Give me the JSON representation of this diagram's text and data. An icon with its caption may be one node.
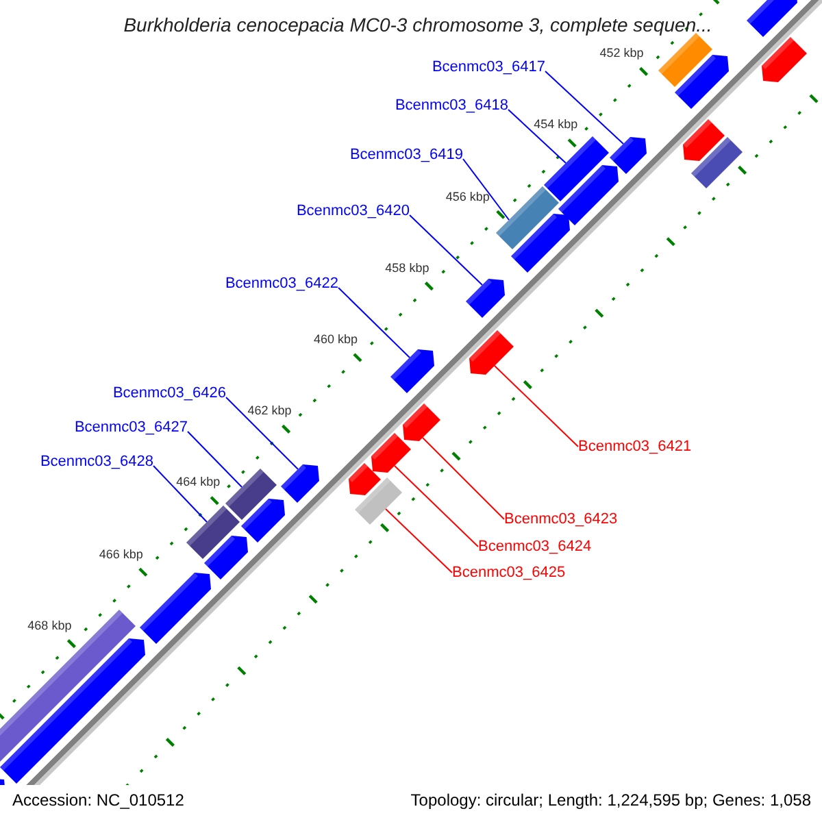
{
  "diagram": {
    "title": "Burkholderia cenocepacia MC0-3 chromosome 3, complete sequen...",
    "nodes": [
      {
        "text": [
          "Bcenmc03_6417"
        ]
      },
      {
        "text": [
          "Bcenmc03_6418"
        ]
      },
      {
        "text": [
          "Bcenmc03_6419"
        ]
      },
      {
        "text": [
          "Bcenmc03_6420"
        ]
      },
      {
        "text": [
          "Bcenmc03_6422"
        ]
      },
      {
        "text": [
          "Bcenmc03_6426"
        ]
      },
      {
        "text": [
          "Bcenmc03_6427"
        ]
      },
      {
        "text": [
          "Bcenmc03_6421"
        ]
      },
      {
        "text": [
          "Bcenmc03_6428"
        ]
      },
      {
        "text": [
          "Bcenmc03_6423"
        ]
      },
      {
        "text": [
          "Bcenmc03_6424"
        ]
      },
      {
        "text": [
          "Bcenmc03_6425"
        ]
      },
      {
        "text": [],
        "shape": "pentagon"
      },
      {
        "text": [],
        "shape": "bar"
      },
      {
        "text": [],
        "shape": "pentagon"
      },
      {
        "text": [],
        "shape": "pentagon"
      },
      {
        "text": [],
        "shape": "pentagon"
      },
      {
        "text": [],
        "shape": "pentagon"
      },
      {
        "text": [],
        "shape": "bar"
      },
      {
        "text": [],
        "shape": "bar"
      },
      {
        "text": [],
        "shape": "pentagon"
      },
      {
        "text": [],
        "shape": "bar"
      },
      {
        "text": [],
        "shape": "pentagon"
      },
      {
        "text": [],
        "shape": "pentagon"
      },
      {
        "text": [],
        "shape": "pentagon"
      },
      {
        "text": [],
        "shape": "pentagon"
      },
      {
        "text": [],
        "shape": "pentagon"
      },
      {
        "text": [],
        "shape": "pentagon"
      },
      {
        "text": [],
        "shape": "pentagon"
      },
      {
        "text": [],
        "shape": "pentagon"
      },
      {
        "text": [],
        "shape": "bar"
      },
      {
        "text": [],
        "shape": "bar"
      },
      {
        "text": [],
        "shape": "pentagon"
      },
      {
        "text": [],
        "shape": "bar"
      },
      {
        "text": [],
        "shape": "pentagon"
      },
      {
        "text": [],
        "shape": "pentagon"
      },
      {
        "text": [],
        "shape": "pentagon"
      },
      {
        "text": [],
        "shape": "bar"
      },
      {
        "text": [],
        "shape": "pentagon"
      }
    ],
    "edges": [
      {
        "from": 0,
        "to": 17,
        "arrow": "none"
      },
      {
        "from": 1,
        "to": 19,
        "arrow": "none"
      },
      {
        "from": 2,
        "to": 21,
        "arrow": "none"
      },
      {
        "from": 3,
        "to": 23,
        "arrow": "none"
      },
      {
        "from": 4,
        "to": 25,
        "arrow": "none"
      },
      {
        "from": 5,
        "to": 28,
        "arrow": "none"
      },
      {
        "from": 6,
        "to": 30,
        "arrow": "none"
      },
      {
        "from": 7,
        "to": 24,
        "arrow": "none",
        "color": "#ff0000"
      },
      {
        "from": 8,
        "to": 33,
        "arrow": "none"
      },
      {
        "from": 9,
        "to": 26,
        "arrow": "none",
        "color": "#ff0000"
      },
      {
        "from": 10,
        "to": 27,
        "arrow": "none",
        "color": "#ff0000"
      },
      {
        "from": 11,
        "to": 31,
        "arrow": "none",
        "color": "#ff0000"
      }
    ],
    "labels": [
      "452 kbp",
      "454 kbp",
      "456 kbp",
      "458 kbp",
      "460 kbp",
      "462 kbp",
      "464 kbp",
      "466 kbp",
      "468 kbp",
      "Accession: NC_010512",
      "Topology: circular; Length: 1,224,595 bp; Genes: 1,058"
    ]
  }
}
